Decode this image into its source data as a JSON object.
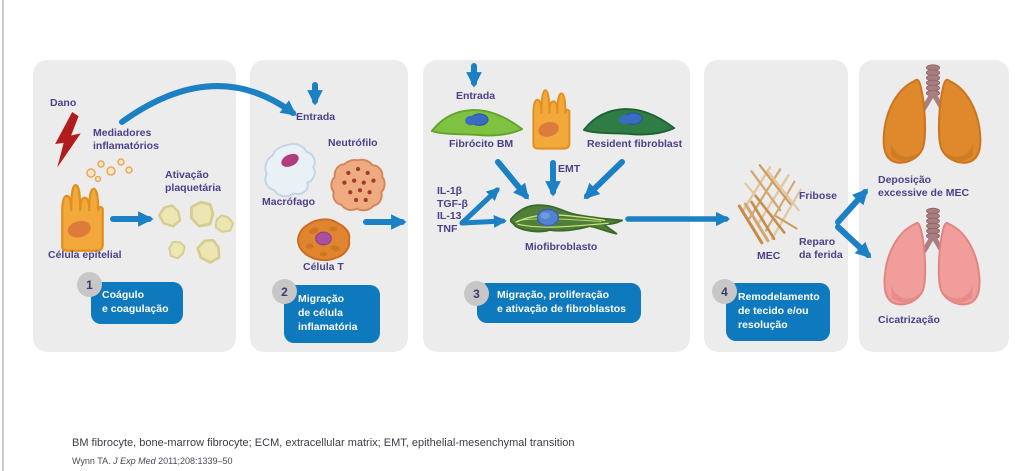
{
  "colors": {
    "panel_bg": "#ececec",
    "arrow_blue": "#1b80c4",
    "badge_blue": "#0e79bd",
    "label_purple": "#4b4189",
    "badge_circle_gray": "#c7c7c7",
    "lightning_red": "#b11d1d",
    "epithelial_cell_orange": "#f2a83a",
    "fibrocyte_green": "#7fc241",
    "resident_fibroblast_green": "#2f7d45",
    "fibrotic_lung_orange": "#e0882c",
    "healthy_lung_pink": "#f09d9b",
    "ecm_fiber_tan": "#d3a771"
  },
  "panel1": {
    "dano": "Dano",
    "mediadores_l1": "Mediadores",
    "mediadores_l2": "inflamatórios",
    "ativacao_l1": "Ativação",
    "ativacao_l2": "plaquetária",
    "celula_epitelial": "Célula epitelial",
    "badge_num": "1",
    "badge_l1": "Coágulo",
    "badge_l2": "e coagulação"
  },
  "panel2": {
    "entrada": "Entrada",
    "neutrofilo": "Neutrófilo",
    "macrofago": "Macrófago",
    "celula_t": "Célula T",
    "badge_num": "2",
    "badge_l1": "Migração",
    "badge_l2": "de célula",
    "badge_l3": "inflamatória"
  },
  "panel3": {
    "entrada": "Entrada",
    "fibrocito_bm": "Fibrócito BM",
    "resident_fibroblast": "Resident fibroblast",
    "emt": "EMT",
    "cytokines": [
      "IL-1β",
      "TGF-β",
      "IL-13",
      "TNF"
    ],
    "miofibroblasto": "Miofibroblasto",
    "badge_num": "3",
    "badge_l1": "Migração, proliferação",
    "badge_l2": "e ativação de fibroblastos"
  },
  "panel4": {
    "fribose": "Fribose",
    "mec": "MEC",
    "reparo_l1": "Reparo",
    "reparo_l2": "da ferida",
    "badge_num": "4",
    "badge_l1": "Remodelamento",
    "badge_l2": "de tecido e/ou",
    "badge_l3": "resolução"
  },
  "panel5": {
    "deposicao_l1": "Deposição",
    "deposicao_l2": "excessive de MEC",
    "cicatrizacao": "Cicatrização"
  },
  "footer": {
    "abbreviations": "BM fibrocyte, bone-marrow fibrocyte; ECM, extracellular matrix; EMT, epithelial-mesenchymal transition",
    "reference_pre": "Wynn TA. ",
    "reference_italic": "J Exp Med",
    "reference_post": " 2011;208:1339–50"
  }
}
